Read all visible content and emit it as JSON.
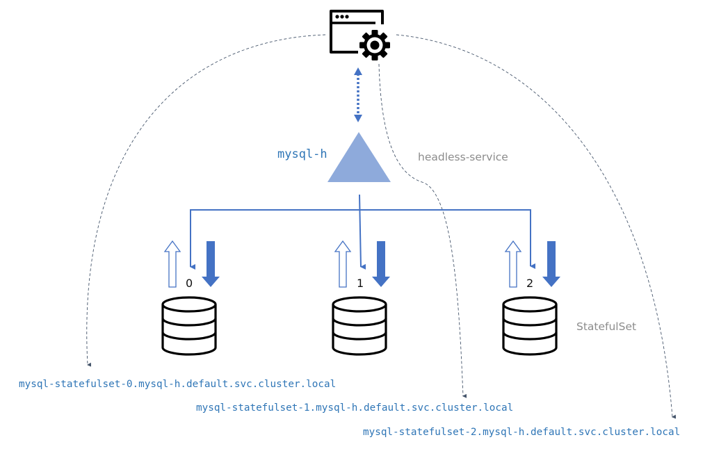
{
  "diagram": {
    "client": {
      "icon": "app-window-gear-icon"
    },
    "service": {
      "name": "mysql-h",
      "type_label": "headless-service",
      "icon": "service-triangle-icon"
    },
    "statefulset": {
      "label": "StatefulSet",
      "pods": [
        {
          "index": "0",
          "dns": "mysql-statefulset-0.mysql-h.default.svc.cluster.local"
        },
        {
          "index": "1",
          "dns": "mysql-statefulset-1.mysql-h.default.svc.cluster.local"
        },
        {
          "index": "2",
          "dns": "mysql-statefulset-2.mysql-h.default.svc.cluster.local"
        }
      ]
    },
    "colors": {
      "accent": "#4472c4",
      "triangle": "#8eaadb",
      "dns_text": "#2e75b6",
      "muted_text": "#8c8c8c",
      "dashed_line": "#44546a",
      "icon": "#000000"
    }
  }
}
